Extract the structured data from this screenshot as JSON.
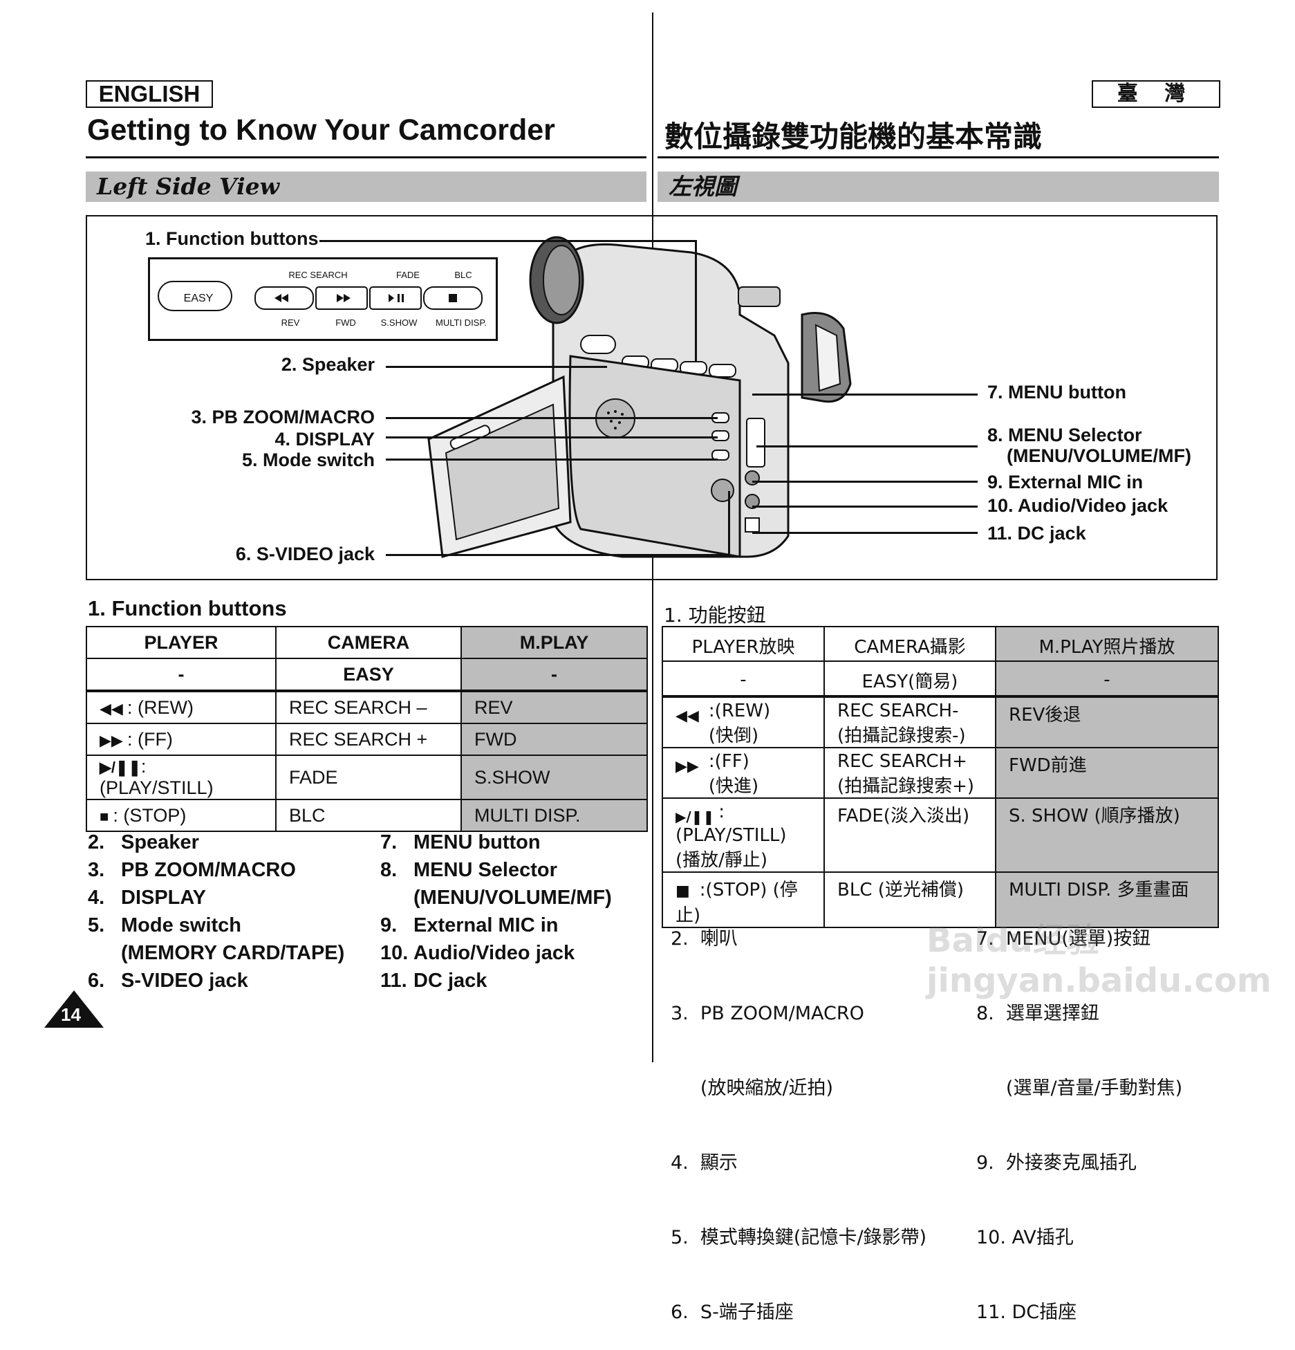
{
  "header": {
    "lang_en": "ENGLISH",
    "lang_zh": "臺 灣",
    "title_en": "Getting to Know Your Camcorder",
    "title_zh": "數位攝錄雙功能機的基本常識",
    "section_en": "Left Side View",
    "section_zh": "左視圖"
  },
  "diagram": {
    "callouts_left": [
      "1. Function buttons",
      "2. Speaker",
      "3. PB ZOOM/MACRO",
      "4. DISPLAY",
      "5. Mode switch",
      "6. S-VIDEO jack"
    ],
    "callouts_right": [
      "7. MENU button",
      "8. MENU Selector",
      "(MENU/VOLUME/MF)",
      "9. External MIC in",
      "10. Audio/Video jack",
      "11. DC jack"
    ],
    "panel": {
      "easy": "EASY",
      "top_labels": [
        "REC SEARCH",
        "FADE",
        "BLC"
      ],
      "bottom_labels": [
        "REV",
        "FWD",
        "S.SHOW",
        "MULTI DISP."
      ]
    }
  },
  "en": {
    "heading": "1.   Function buttons",
    "table": {
      "headers": [
        "PLAYER",
        "CAMERA",
        "M.PLAY"
      ],
      "sub": [
        "-",
        "EASY",
        "-"
      ],
      "rows": [
        [
          ": (REW)",
          "REC SEARCH –",
          "REV"
        ],
        [
          ": (FF)",
          "REC SEARCH +",
          "FWD"
        ],
        [
          ": (PLAY/STILL)",
          "FADE",
          "S.SHOW"
        ],
        [
          ": (STOP)",
          "BLC",
          "MULTI DISP."
        ]
      ]
    },
    "list_left": [
      {
        "n": "2.",
        "t": "Speaker"
      },
      {
        "n": "3.",
        "t": "PB ZOOM/MACRO"
      },
      {
        "n": "4.",
        "t": "DISPLAY"
      },
      {
        "n": "5.",
        "t": "Mode switch"
      },
      {
        "n": "",
        "t": "(MEMORY CARD/TAPE)"
      },
      {
        "n": "6.",
        "t": "S-VIDEO jack"
      }
    ],
    "list_right": [
      {
        "n": "7.",
        "t": "MENU button"
      },
      {
        "n": "8.",
        "t": "MENU Selector"
      },
      {
        "n": "",
        "t": "(MENU/VOLUME/MF)"
      },
      {
        "n": "9.",
        "t": "External MIC in"
      },
      {
        "n": "10.",
        "t": "Audio/Video jack"
      },
      {
        "n": "11.",
        "t": "DC jack"
      }
    ]
  },
  "zh": {
    "heading": "1.   功能按鈕",
    "table": {
      "headers": [
        "PLAYER放映",
        "CAMERA攝影",
        "M.PLAY照片播放"
      ],
      "sub": [
        "-",
        "EASY(簡易)",
        "-"
      ],
      "rows": [
        [
          ":(REW)\n(快倒)",
          "REC SEARCH-\n(拍攝記錄搜索-)",
          "REV後退"
        ],
        [
          ":(FF)\n(快進)",
          "REC SEARCH+\n(拍攝記錄搜索+)",
          "FWD前進"
        ],
        [
          ":(PLAY/STILL)\n(播放/靜止)",
          "FADE(淡入淡出)",
          "S. SHOW (順序播放)"
        ],
        [
          ":(STOP) (停止)",
          "BLC (逆光補償)",
          "MULTI DISP. 多重畫面"
        ]
      ]
    },
    "list_left": [
      "2.  喇叭",
      "3.  PB ZOOM/MACRO",
      "     (放映縮放/近拍)",
      "4.  顯示",
      "5.  模式轉換鍵(記憶卡/錄影帶)",
      "6.  S-端子插座"
    ],
    "list_right": [
      "7.  MENU(選單)按鈕",
      "8.  選單選擇鈕",
      "     (選單/音量/手動對焦)",
      "9.  外接麥克風插孔",
      "10. AV插孔",
      "11. DC插座"
    ]
  },
  "page_number": "14",
  "watermark": "Baidu经验 jingyan.baidu.com"
}
